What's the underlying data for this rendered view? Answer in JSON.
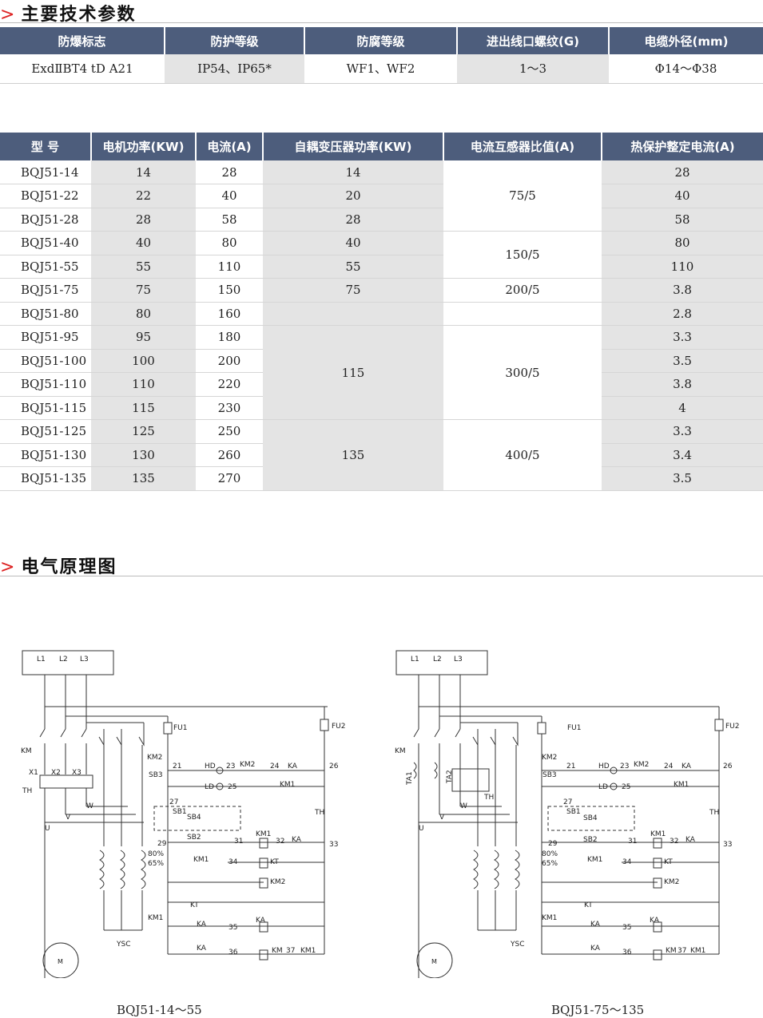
{
  "sections": {
    "specs_title": "主要技术参数",
    "diagram_title": "电气原理图",
    "arrow": ">"
  },
  "spec_table": {
    "headers": [
      "防爆标志",
      "防护等级",
      "防腐等级",
      "进出线口螺纹(G)",
      "电缆外径(mm)"
    ],
    "row": [
      "ExdⅡBT4 tD A21",
      "IP54、IP65*",
      "WF1、WF2",
      "1～3",
      "Φ14～Φ38"
    ]
  },
  "model_table": {
    "headers": [
      "型 号",
      "电机功率(KW)",
      "电流(A)",
      "自耦变压器功率(KW)",
      "电流互感器比值(A)",
      "热保护整定电流(A)"
    ],
    "models": [
      "BQJ51-14",
      "BQJ51-22",
      "BQJ51-28",
      "BQJ51-40",
      "BQJ51-55",
      "BQJ51-75",
      "BQJ51-80",
      "BQJ51-95",
      "BQJ51-100",
      "BQJ51-110",
      "BQJ51-115",
      "BQJ51-125",
      "BQJ51-130",
      "BQJ51-135"
    ],
    "motor_power": [
      "14",
      "22",
      "28",
      "40",
      "55",
      "75",
      "80",
      "95",
      "100",
      "110",
      "115",
      "125",
      "130",
      "135"
    ],
    "current": [
      "28",
      "40",
      "58",
      "80",
      "110",
      "150",
      "160",
      "180",
      "200",
      "220",
      "230",
      "250",
      "260",
      "270"
    ],
    "transformer_power": [
      "14",
      "20",
      "28",
      "40",
      "55",
      "75",
      "115",
      "135"
    ],
    "ct_ratio": [
      "75/5",
      "150/5",
      "200/5",
      "300/5",
      "400/5"
    ],
    "thermal_setting": [
      "28",
      "40",
      "58",
      "80",
      "110",
      "3.8",
      "2.8",
      "3.3",
      "3.5",
      "3.8",
      "4",
      "3.3",
      "3.4",
      "3.5"
    ]
  },
  "diagrams": [
    {
      "caption": "BQJ51-14～55",
      "labels": {
        "phases": [
          "L1",
          "L2",
          "L3"
        ],
        "km": "KM",
        "km2": "KM2",
        "km1": "KM1",
        "x1": "X1",
        "x2": "X2",
        "x3": "X3",
        "th": "TH",
        "u": "U",
        "v": "V",
        "w": "W",
        "fu1": "FU1",
        "fu2": "FU2",
        "sb3": "SB3",
        "sb1": "SB1",
        "sb4": "SB4",
        "sb2": "SB2",
        "hd": "HD",
        "ld": "LD",
        "ka": "KA",
        "kt": "KT",
        "ysc": "YSC",
        "m": "M",
        "tap80": "80%",
        "tap65": "65%",
        "n21": "21",
        "n23": "23",
        "n24": "24",
        "n25": "25",
        "n26": "26",
        "n27": "27",
        "n29": "29",
        "n31": "31",
        "n32": "32",
        "n33": "33",
        "n34": "34",
        "n35": "35",
        "n36": "36",
        "n37": "37"
      }
    },
    {
      "caption": "BQJ51-75～135",
      "labels": {
        "phases": [
          "L1",
          "L2",
          "L3"
        ],
        "km": "KM",
        "km2": "KM2",
        "km1": "KM1",
        "ta1": "TA1",
        "ta2": "TA2",
        "th": "TH",
        "u": "U",
        "v": "V",
        "w": "W",
        "fu1": "FU1",
        "fu2": "FU2",
        "sb3": "SB3",
        "sb1": "SB1",
        "sb4": "SB4",
        "sb2": "SB2",
        "hd": "HD",
        "ld": "LD",
        "ka": "KA",
        "kt": "KT",
        "ysc": "YSC",
        "m": "M",
        "tap80": "80%",
        "tap65": "65%",
        "n21": "21",
        "n23": "23",
        "n24": "24",
        "n25": "25",
        "n26": "26",
        "n27": "27",
        "n29": "29",
        "n31": "31",
        "n32": "32",
        "n33": "33",
        "n34": "34",
        "n35": "35",
        "n36": "36",
        "n37": "37"
      }
    }
  ]
}
